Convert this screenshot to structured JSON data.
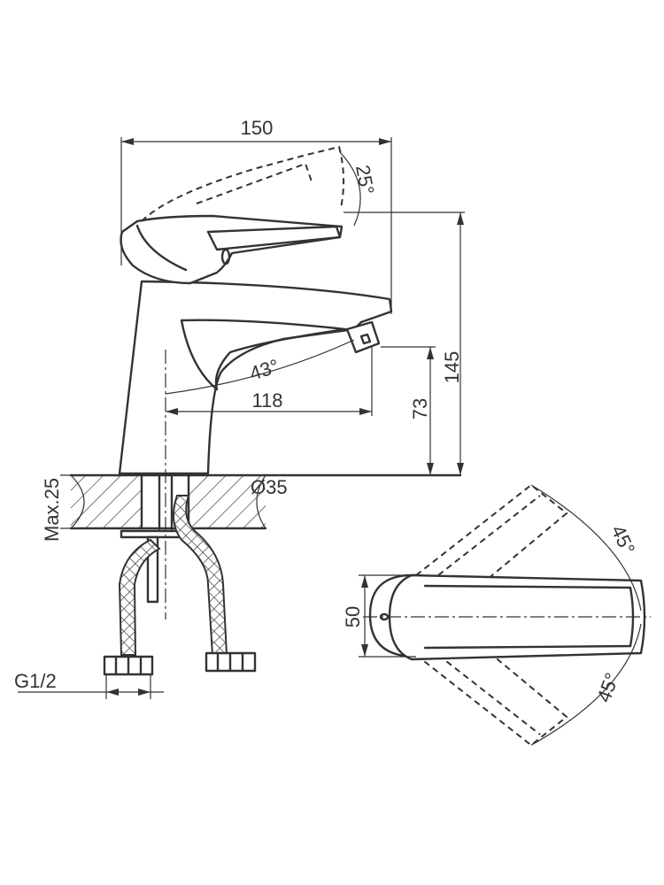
{
  "dimensions": {
    "overall_width": "150",
    "lever_tilt_angle": "25°",
    "overall_height": "145",
    "spout_angle": "43°",
    "spout_reach": "118",
    "spout_height": "73",
    "max_deck_thickness": "Max.25",
    "hole_diameter": "Ø35",
    "thread_size": "G1/2",
    "top_width": "50",
    "rotation_angle_top": "45°",
    "rotation_angle_bottom": "45°"
  }
}
